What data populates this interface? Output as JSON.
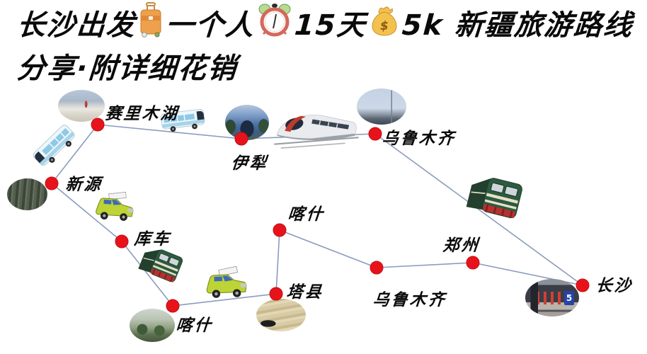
{
  "title": {
    "seg1": "长沙出发",
    "seg2": "一个人",
    "seg3": "15天",
    "seg4": "5k 新疆旅游路线",
    "line2": "分享·附详细花销",
    "icons": [
      "luggage-icon",
      "alarm-clock-icon",
      "money-bag-icon"
    ],
    "money_symbol": "$"
  },
  "map": {
    "route_color": "#8a9cbe",
    "dot_color": "#e8131a",
    "stops": [
      {
        "label": "赛里木湖"
      },
      {
        "label": "伊犁"
      },
      {
        "label": "乌鲁木齐"
      },
      {
        "label": "新源"
      },
      {
        "label": "库车"
      },
      {
        "label": "喀什"
      },
      {
        "label": "塔县"
      },
      {
        "label": "喀什"
      },
      {
        "label": "乌鲁木齐"
      },
      {
        "label": "郑州"
      },
      {
        "label": "长沙"
      }
    ],
    "connections": [
      [
        0,
        1
      ],
      [
        1,
        2
      ],
      [
        0,
        3
      ],
      [
        3,
        4
      ],
      [
        4,
        5
      ],
      [
        5,
        6
      ],
      [
        6,
        7
      ],
      [
        7,
        8
      ],
      [
        8,
        9
      ],
      [
        9,
        10
      ],
      [
        2,
        10
      ]
    ],
    "photos": [
      "sayram-lake-photo",
      "yili-photo",
      "urumqi-photo",
      "forest-photo",
      "kuqa-wall-photo",
      "kashgar-city-photo",
      "tashkurgan-desert-photo",
      "changsha-station-photo"
    ],
    "station_sign_number": "5",
    "vehicles": [
      "coach-bus-icon",
      "coach-bus-icon",
      "high-speed-train-icon",
      "green-suv-icon",
      "green-locomotive-icon",
      "green-suv-icon",
      "green-locomotive-icon"
    ]
  }
}
